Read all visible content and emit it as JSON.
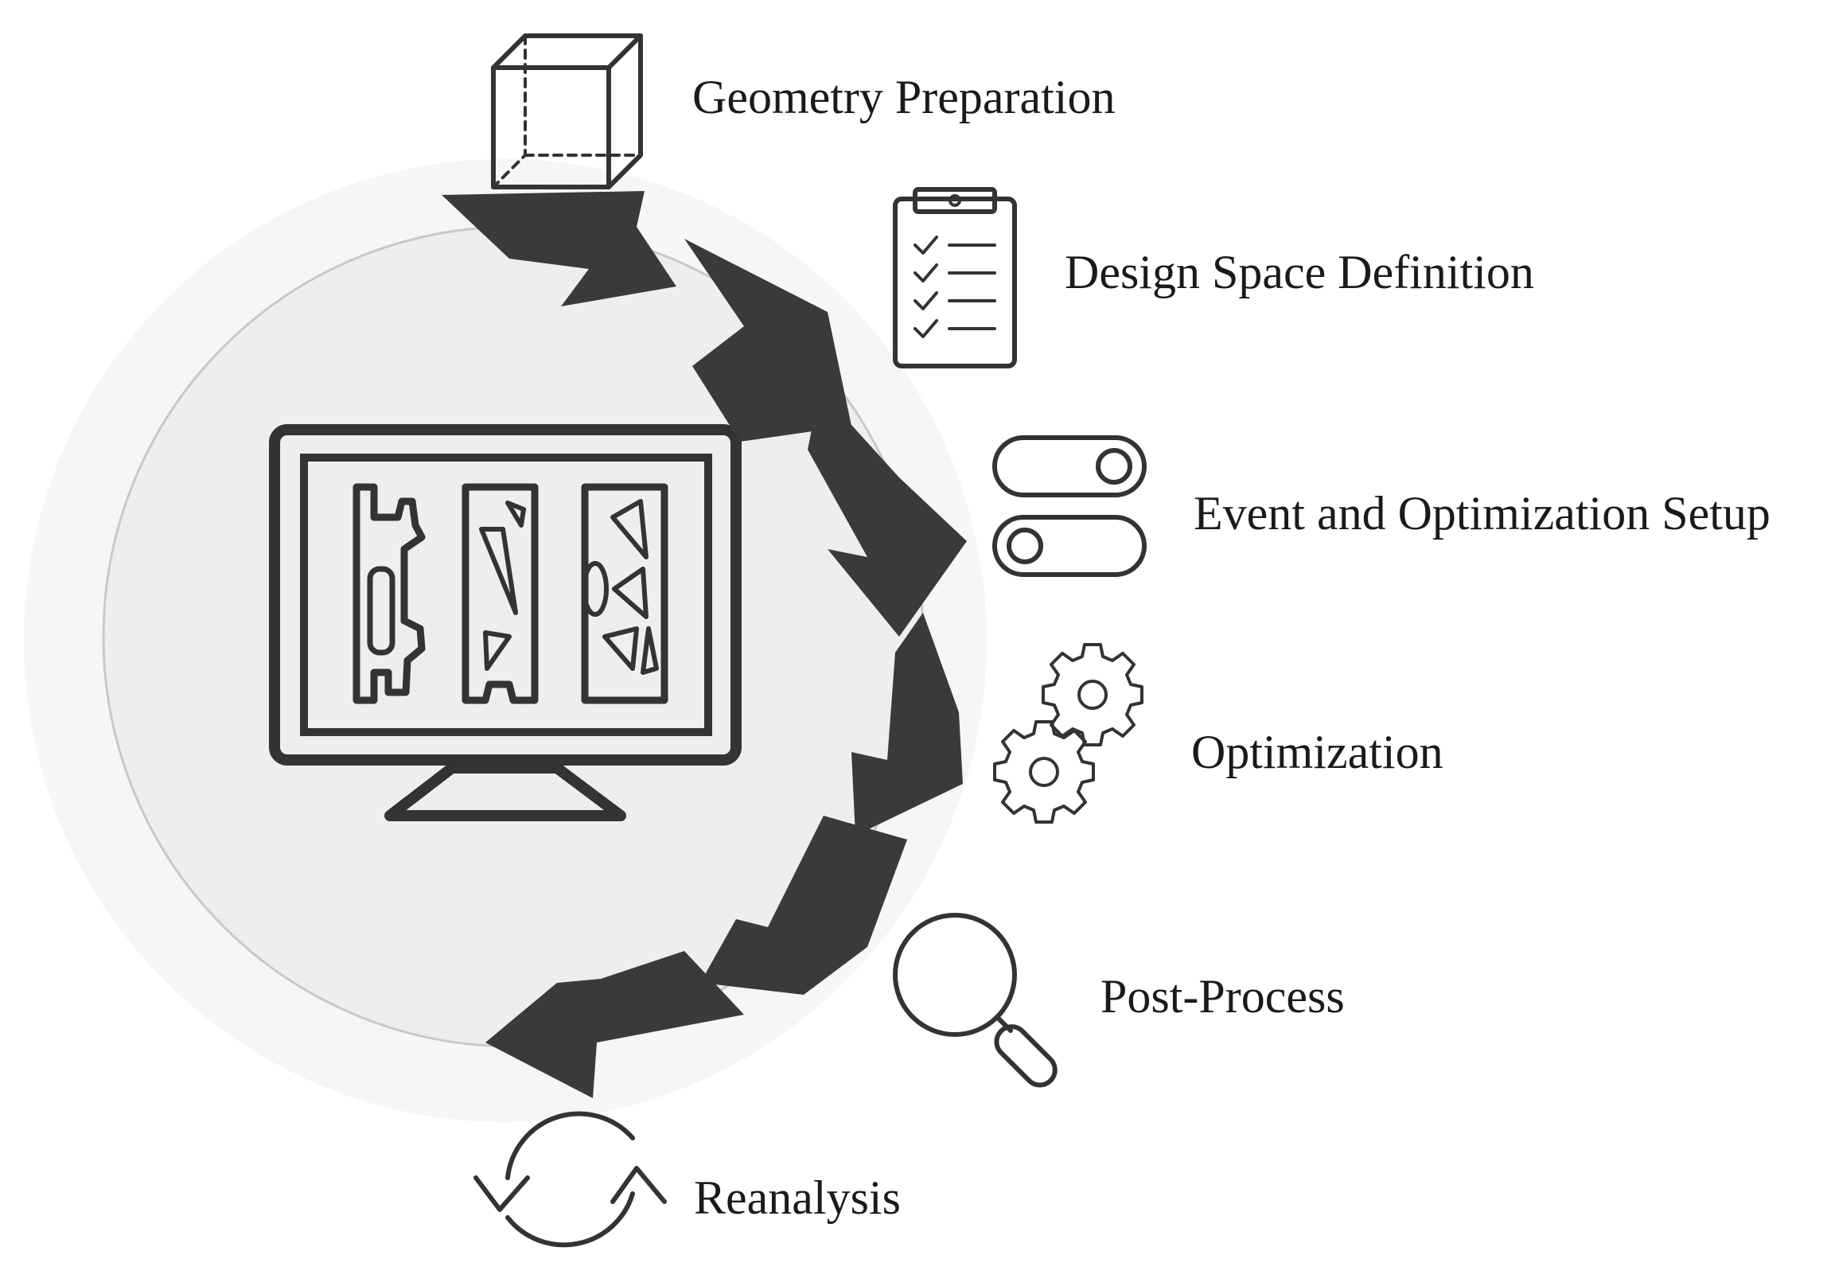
{
  "steps": [
    {
      "label": "Geometry Preparation",
      "icon": "cube-icon"
    },
    {
      "label": "Design Space Definition",
      "icon": "clipboard-checklist-icon"
    },
    {
      "label": "Event and Optimization Setup",
      "icon": "toggle-switches-icon"
    },
    {
      "label": "Optimization",
      "icon": "gears-icon"
    },
    {
      "label": "Post-Process",
      "icon": "magnifier-icon"
    },
    {
      "label": "Reanalysis",
      "icon": "refresh-cycle-icon"
    }
  ],
  "center_icon": "monitor-topology-icon",
  "colors": {
    "arrow": "#3a3a3a",
    "circle_fill": "#efefef",
    "icon_stroke": "#333333",
    "text": "#1a1a1a"
  }
}
